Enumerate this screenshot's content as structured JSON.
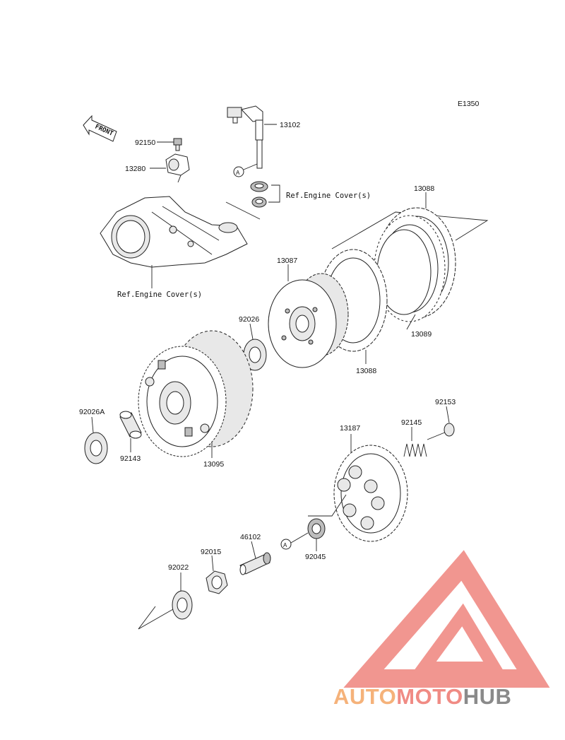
{
  "diagram": {
    "code": "E1350",
    "front_label": "FRONT",
    "callout_a": "A",
    "ref_engine_cover": "Ref.Engine Cover(s)",
    "parts": {
      "p13102": "13102",
      "p92150": "92150",
      "p13280": "13280",
      "p13088_top": "13088",
      "p13087": "13087",
      "p92026": "92026",
      "p13089": "13089",
      "p13088_bottom": "13088",
      "p92026A": "92026A",
      "p92143": "92143",
      "p13095": "13095",
      "p92153": "92153",
      "p92145": "92145",
      "p13187": "13187",
      "p46102": "46102",
      "p92015": "92015",
      "p92045": "92045",
      "p92022": "92022"
    }
  },
  "watermark": {
    "text_auto": "AUTO",
    "text_moto": "MOTO",
    "text_hub": "HUB",
    "color_orange": "#f5b27a",
    "color_red": "#f08b84",
    "color_gray": "#8a8a8a"
  }
}
